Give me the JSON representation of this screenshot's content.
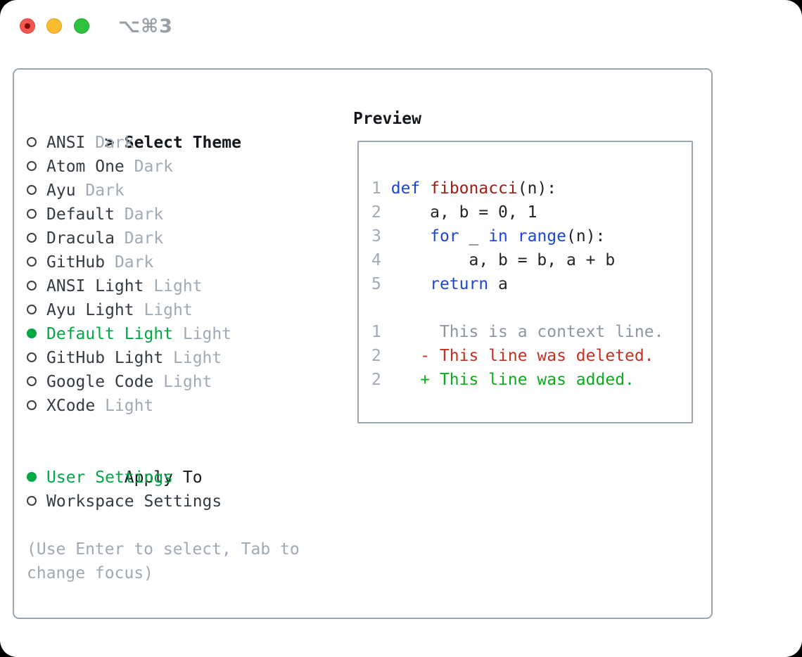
{
  "window": {
    "shortcut_label": "⌥⌘3"
  },
  "theme_panel": {
    "cursor": ">",
    "select_title": "Select Theme",
    "themes": [
      {
        "name": "ANSI",
        "variant": "Dark",
        "selected": false
      },
      {
        "name": "Atom One",
        "variant": "Dark",
        "selected": false
      },
      {
        "name": "Ayu",
        "variant": "Dark",
        "selected": false
      },
      {
        "name": "Default",
        "variant": "Dark",
        "selected": false
      },
      {
        "name": "Dracula",
        "variant": "Dark",
        "selected": false
      },
      {
        "name": "GitHub",
        "variant": "Dark",
        "selected": false
      },
      {
        "name": "ANSI Light",
        "variant": "Light",
        "selected": false
      },
      {
        "name": "Ayu Light",
        "variant": "Light",
        "selected": false
      },
      {
        "name": "Default Light",
        "variant": "Light",
        "selected": true
      },
      {
        "name": "GitHub Light",
        "variant": "Light",
        "selected": false
      },
      {
        "name": "Google Code",
        "variant": "Light",
        "selected": false
      },
      {
        "name": "XCode",
        "variant": "Light",
        "selected": false
      }
    ],
    "apply_to": {
      "title": "Apply To",
      "options": [
        {
          "label": "User Settings",
          "selected": true
        },
        {
          "label": "Workspace Settings",
          "selected": false
        }
      ]
    },
    "hint_lines": [
      "(Use Enter to select, Tab to",
      "change focus)"
    ]
  },
  "preview": {
    "title": "Preview",
    "lines": [
      {
        "num": "1",
        "tokens": [
          {
            "t": " ",
            "c": "plain"
          },
          {
            "t": "def",
            "c": "kw"
          },
          {
            "t": " ",
            "c": "plain"
          },
          {
            "t": "fibonacci",
            "c": "fn"
          },
          {
            "t": "(n):",
            "c": "plain"
          }
        ]
      },
      {
        "num": "2",
        "tokens": [
          {
            "t": "     a, b = 0, 1",
            "c": "plain"
          }
        ]
      },
      {
        "num": "3",
        "tokens": [
          {
            "t": "     ",
            "c": "plain"
          },
          {
            "t": "for",
            "c": "kw"
          },
          {
            "t": " _ ",
            "c": "plain"
          },
          {
            "t": "in",
            "c": "kw"
          },
          {
            "t": " ",
            "c": "plain"
          },
          {
            "t": "range",
            "c": "kw"
          },
          {
            "t": "(n):",
            "c": "plain"
          }
        ]
      },
      {
        "num": "4",
        "tokens": [
          {
            "t": "         a, b = b, a + b",
            "c": "plain"
          }
        ]
      },
      {
        "num": "5",
        "tokens": [
          {
            "t": "     ",
            "c": "plain"
          },
          {
            "t": "return",
            "c": "kw"
          },
          {
            "t": " a",
            "c": "plain"
          }
        ]
      },
      {
        "blank": true
      },
      {
        "num": "1",
        "tokens": [
          {
            "t": "      This is a context line.",
            "c": "ctx"
          }
        ]
      },
      {
        "num": "2",
        "tokens": [
          {
            "t": "    - This line was deleted.",
            "c": "del"
          }
        ]
      },
      {
        "num": "2",
        "tokens": [
          {
            "t": "    + This line was added.",
            "c": "add"
          }
        ]
      }
    ]
  },
  "colors": {
    "accent_green": "#00a845",
    "keyword_blue": "#1d45d9",
    "function_red": "#a21c15",
    "deleted_red": "#c43122",
    "added_green": "#0cac1c",
    "muted_gray": "#a0aab5",
    "border_gray": "#9ba4af"
  }
}
